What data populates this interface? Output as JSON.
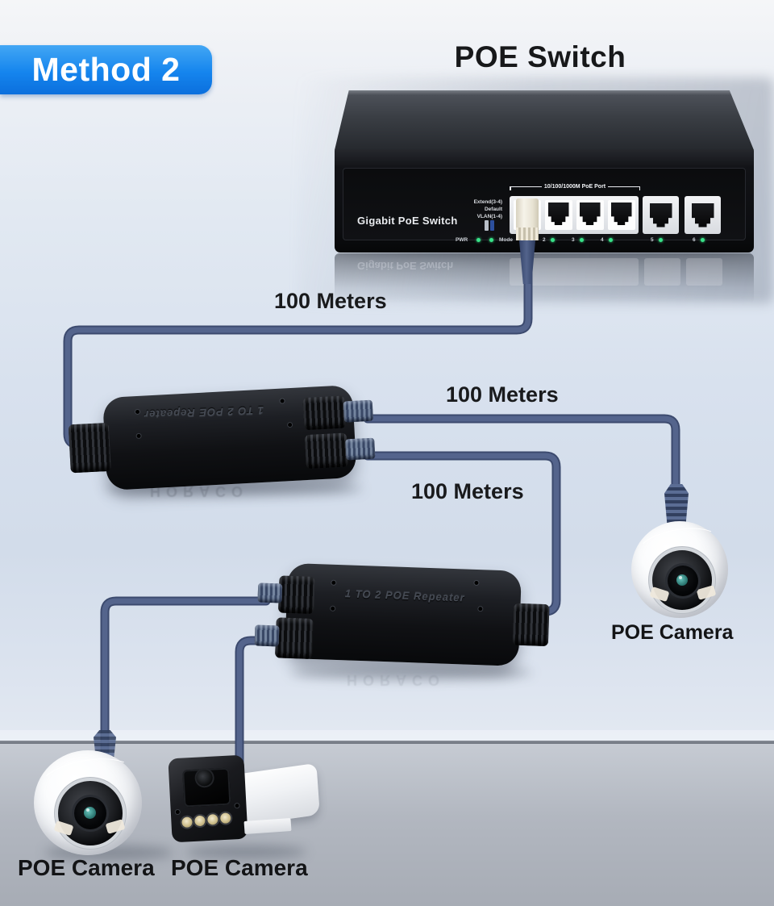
{
  "badge": {
    "label": "Method 2"
  },
  "title": "POE Switch",
  "switch": {
    "name_label": "Gigabit PoE Switch",
    "mode_labels": [
      "Extend(3-4)",
      "Default",
      "VLAN(1-4)"
    ],
    "port_group_label": "10/100/1000M PoE Port",
    "pwr_label": "PWR",
    "mode_label": "Mode",
    "port_numbers": [
      "2",
      "3",
      "4",
      "5",
      "6"
    ]
  },
  "distance_labels": [
    "100 Meters",
    "100 Meters",
    "100 Meters"
  ],
  "repeaters": [
    {
      "embossed_text": "1 TO 2 POE Repeater"
    },
    {
      "embossed_text": "1 TO 2 POE Repeater"
    }
  ],
  "brand_reflections": [
    "HORACO",
    "HORACO"
  ],
  "camera_labels": [
    "POE Camera",
    "POE Camera",
    "POE Camera"
  ],
  "colors": {
    "badge_blue": "#1585ee",
    "cable_blue": "#4b5b80",
    "led_green": "#38e288",
    "background_blue": "#d8e1ee",
    "floor_gray": "#b2b7c0"
  }
}
